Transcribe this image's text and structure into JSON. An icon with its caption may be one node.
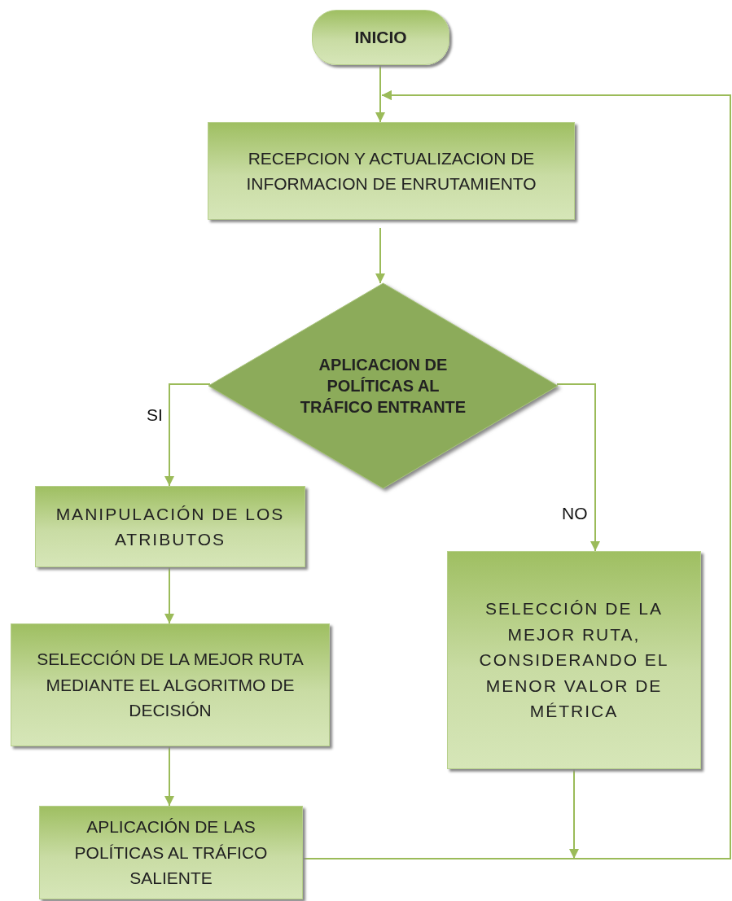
{
  "diagram": {
    "nodes": [
      {
        "text": [
          "INICIO"
        ]
      },
      {
        "text": [
          "RECEPCION Y ACTUALIZACION DE INFORMACION DE ENRUTAMIENTO"
        ]
      },
      {
        "text": [
          "APLICACION DE POLÍTICAS AL TRÁFICO ENTRANTE"
        ]
      },
      {
        "text": [
          "MANIPULACIÓN DE LOS ATRIBUTOS"
        ]
      },
      {
        "text": [
          "SELECCIÓN DE LA MEJOR RUTA MEDIANTE EL ALGORITMO DE DECISIÓN"
        ]
      },
      {
        "text": [
          "APLICACIÓN DE LAS POLÍTICAS AL TRÁFICO SALIENTE"
        ]
      },
      {
        "text": [
          "SELECCIÓN DE LA MEJOR RUTA, CONSIDERANDO EL MENOR VALOR DE MÉTRICA"
        ]
      }
    ],
    "edges": [
      {
        "from": 0,
        "to": 1,
        "arrow": "to"
      },
      {
        "from": 1,
        "to": 2,
        "arrow": "to"
      },
      {
        "from": 2,
        "to": 3,
        "arrow": "to",
        "label": "SI"
      },
      {
        "from": 2,
        "to": 6,
        "arrow": "to",
        "label": "NO"
      },
      {
        "from": 3,
        "to": 4,
        "arrow": "to"
      },
      {
        "from": 4,
        "to": 5,
        "arrow": "to"
      },
      {
        "from": 5,
        "to": 1,
        "arrow": "to"
      },
      {
        "from": 6,
        "to": 1,
        "arrow": "to"
      }
    ]
  }
}
